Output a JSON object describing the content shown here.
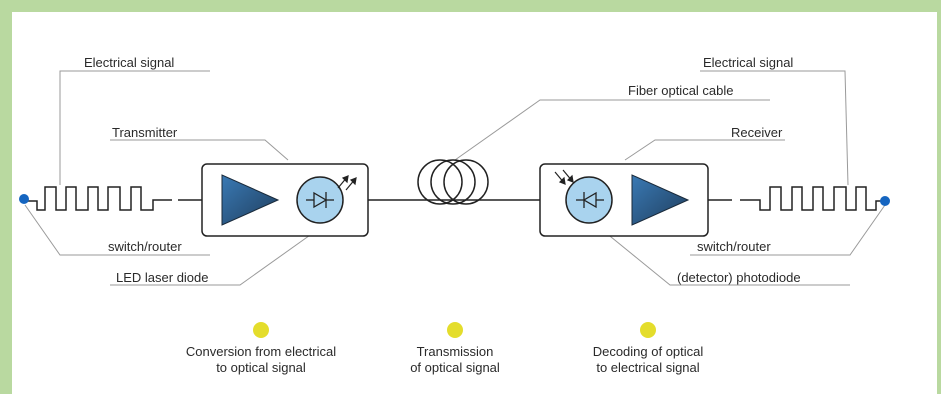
{
  "labels": {
    "electrical_signal_left": "Electrical signal",
    "electrical_signal_right": "Electrical signal",
    "fiber_optical_cable": "Fiber optical cable",
    "transmitter": "Transmitter",
    "receiver": "Receiver",
    "switch_router_left": "switch/router",
    "switch_router_right": "switch/router",
    "led_laser_diode": "LED laser diode",
    "detector_photodiode": "(detector) photodiode"
  },
  "stages": [
    {
      "line1": "Conversion from electrical",
      "line2": "to optical signal"
    },
    {
      "line1": "Transmission",
      "line2": "of optical signal"
    },
    {
      "line1": "Decoding of optical",
      "line2": "to electrical signal"
    }
  ],
  "colors": {
    "border": "#b9d9a0",
    "amplifier_dark": "#1f3d5c",
    "amplifier_light": "#3a7ab5",
    "diode_fill": "#a9d3ee",
    "endpoint": "#1565c0",
    "stage_dot": "#e4dd2c",
    "line": "#222222",
    "leader": "#9a9a9a"
  }
}
